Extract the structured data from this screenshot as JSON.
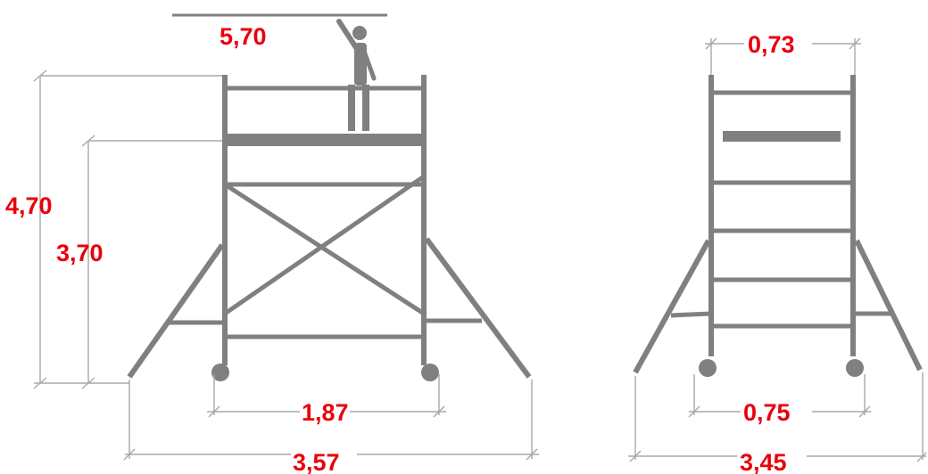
{
  "colors": {
    "frame": "#808080",
    "dimension_line": "#a8a8a8",
    "label": "#e8000b"
  },
  "icons": [
    "person-icon",
    "wheel-icon"
  ],
  "dimensions": {
    "front": {
      "platform_height": "5,70",
      "total_height": "4,70",
      "deck_height": "3,70",
      "wheel_span": "1,87",
      "outrigger_span": "3,57"
    },
    "side": {
      "frame_width": "0,73",
      "wheel_span": "0,75",
      "outrigger_span": "3,45"
    }
  }
}
